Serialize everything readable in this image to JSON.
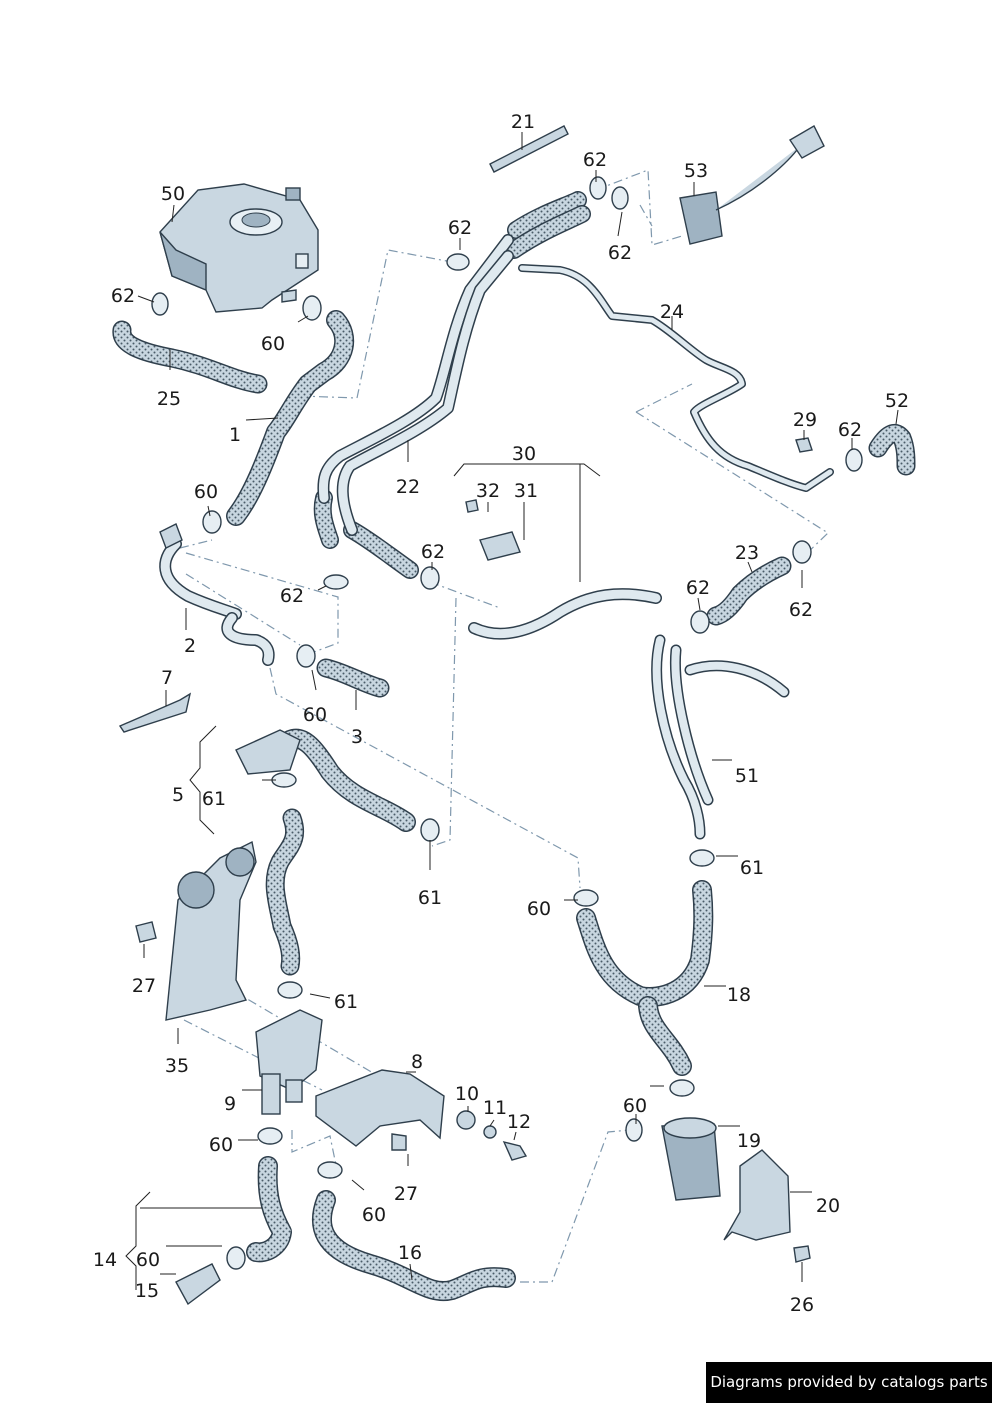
{
  "callouts": {
    "c1": "1",
    "c2": "2",
    "c3": "3",
    "c5": "5",
    "c7": "7",
    "c8": "8",
    "c9": "9",
    "c10": "10",
    "c11": "11",
    "c12": "12",
    "c14": "14",
    "c15": "15",
    "c16": "16",
    "c18": "18",
    "c19": "19",
    "c20": "20",
    "c21": "21",
    "c22": "22",
    "c23": "23",
    "c24": "24",
    "c25": "25",
    "c26": "26",
    "c27a": "27",
    "c27b": "27",
    "c29": "29",
    "c30": "30",
    "c31": "31",
    "c32": "32",
    "c35": "35",
    "c50": "50",
    "c51": "51",
    "c52": "52",
    "c53": "53",
    "c60a": "60",
    "c60b": "60",
    "c60c": "60",
    "c60d": "60",
    "c60e": "60",
    "c60f": "60",
    "c60g": "60",
    "c60h": "60",
    "c61a": "61",
    "c61b": "61",
    "c61c": "61",
    "c61d": "61",
    "c62a": "62",
    "c62b": "62",
    "c62c": "62",
    "c62d": "62",
    "c62e": "62",
    "c62f": "62",
    "c62g": "62",
    "c62h": "62",
    "c62i": "62"
  },
  "watermark": "Diagrams provided by catalogs parts"
}
